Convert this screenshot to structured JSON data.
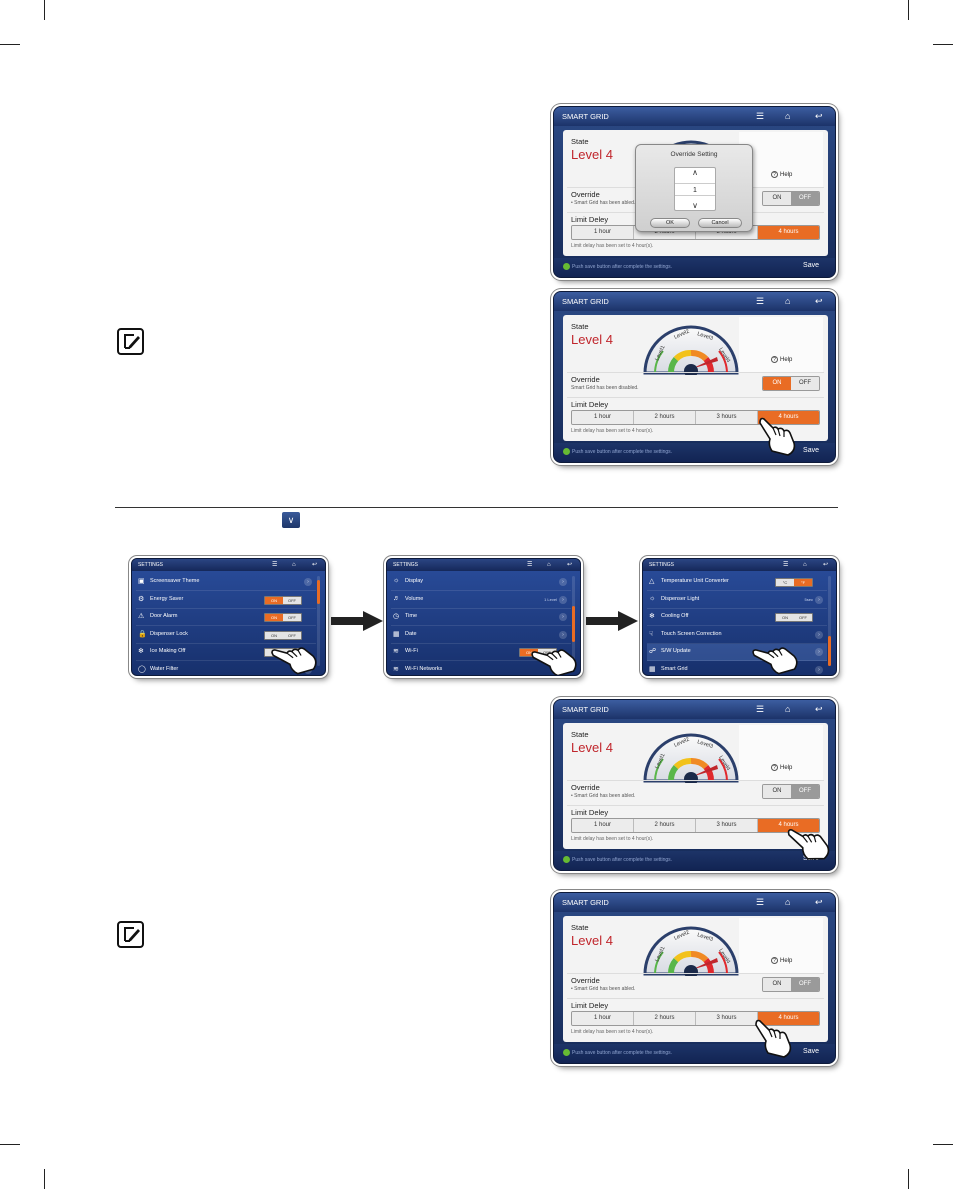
{
  "smart_grid": {
    "title": "SMART GRID",
    "state_label": "State",
    "level": "Level 4",
    "gauge_labels": [
      "Level1",
      "Level2",
      "Level3",
      "Level4"
    ],
    "help": "Help",
    "override_label": "Override",
    "override_note_enabled": "• Smart Grid has been abled.",
    "override_note_disabled": "Smart Grid has been disabled.",
    "on": "ON",
    "off": "OFF",
    "limit_label": "Limit Deley",
    "limit_options": [
      "1 hour",
      "2 hours",
      "3 hours",
      "4 hours"
    ],
    "limit_note": "Limit delay has been set to 4 hour(s).",
    "hint": "Push save button after complete the settings.",
    "save": "Save"
  },
  "override_popup": {
    "title": "Override Setting",
    "value": "1",
    "ok": "OK",
    "cancel": "Cancel"
  },
  "settings_1": {
    "title": "SETTINGS",
    "rows": [
      {
        "label": "Screensaver Theme"
      },
      {
        "label": "Energy Saver"
      },
      {
        "label": "Door Alarm"
      },
      {
        "label": "Dispenser Lock"
      },
      {
        "label": "Ice Making Off"
      },
      {
        "label": "Water Filter",
        "value": "Good"
      }
    ]
  },
  "settings_2": {
    "title": "SETTINGS",
    "rows": [
      {
        "label": "Display"
      },
      {
        "label": "Volume",
        "value": "1 Level"
      },
      {
        "label": "Time"
      },
      {
        "label": "Date"
      },
      {
        "label": "Wi-Fi"
      },
      {
        "label": "Wi-Fi Networks"
      }
    ]
  },
  "settings_3": {
    "title": "SETTINGS",
    "rows": [
      {
        "label": "Temperature Unit Converter",
        "opt1": "°C",
        "opt2": "°F"
      },
      {
        "label": "Dispenser Light",
        "value": "5sec"
      },
      {
        "label": "Cooling Off"
      },
      {
        "label": "Touch Screen Correction"
      },
      {
        "label": "S/W Update"
      },
      {
        "label": "Smart Grid"
      }
    ]
  },
  "colors": {
    "accent": "#e96c24",
    "level_red": "#c0262c",
    "panel_blue": "#1e3a78"
  }
}
